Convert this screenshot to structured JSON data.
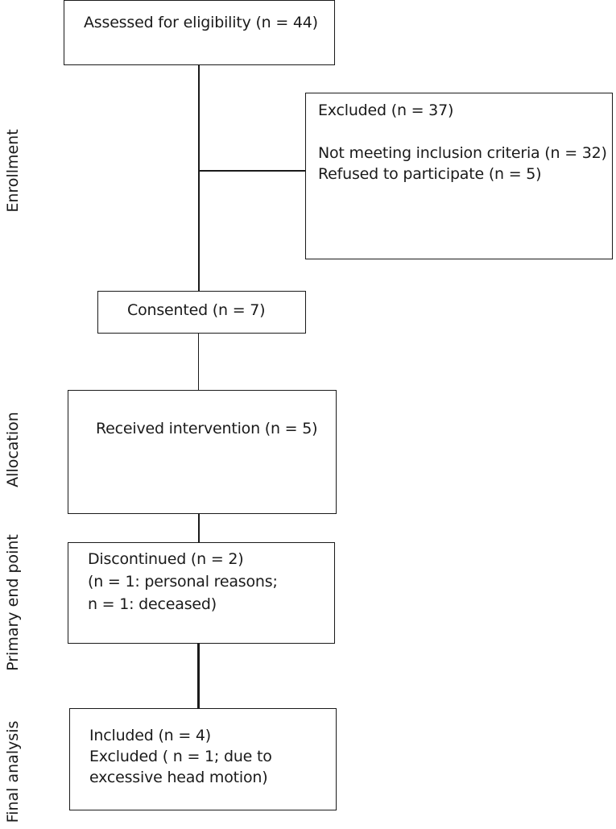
{
  "stages": {
    "enrollment": "Enrollment",
    "allocation": "Allocation",
    "primary_end_point": "Primary end point",
    "final_analysis": "Final analysis"
  },
  "assessed": {
    "label": "Assessed for eligibility (n = 44)"
  },
  "excluded": {
    "title": "Excluded (n = 37)",
    "lines": [
      "Not meeting inclusion criteria (n = 32)",
      "Refused to participate (n = 5)"
    ]
  },
  "consented": {
    "label": "Consented (n = 7)"
  },
  "received": {
    "label": "Received intervention (n = 5)"
  },
  "discontinued": {
    "lines": [
      "Discontinued (n = 2)",
      "(n = 1: personal reasons;",
      "n = 1: deceased)"
    ]
  },
  "final": {
    "lines": [
      "Included (n = 4)",
      "Excluded ( n = 1; due to",
      "excessive head motion)"
    ]
  }
}
